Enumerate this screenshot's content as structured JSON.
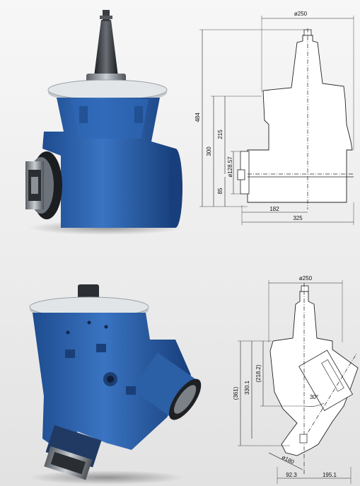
{
  "top_drawing": {
    "top_width": "ø250",
    "overall_height": "484",
    "body_height": "300",
    "upper_body": "215",
    "flange_diameter": "ø128.57",
    "base_to_axis": "85",
    "offset_width": "182",
    "overall_width": "325"
  },
  "bottom_drawing": {
    "top_width": "ø250",
    "overall_height": "(361)",
    "body_height": "330.1",
    "upper_body": "(218.2)",
    "angle": "30°",
    "flange_diameter": "ø180",
    "left_offset": "92.3",
    "right_offset": "195.1"
  },
  "colors": {
    "housing_blue": "#2f62a8",
    "housing_dark": "#163a73",
    "steel": "#9aa1a8",
    "drawing_fill": "#ffffff",
    "line": "#222222"
  }
}
